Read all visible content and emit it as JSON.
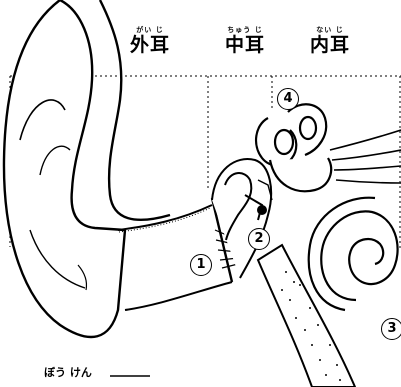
{
  "sections": {
    "outer": {
      "ruby": "がい じ",
      "label": "外耳"
    },
    "middle": {
      "ruby": "ちゅう じ",
      "label": "中耳"
    },
    "inner": {
      "ruby": "ない じ",
      "label": "内耳"
    }
  },
  "markers": [
    "1",
    "2",
    "3",
    "4"
  ],
  "caption": "ぼう けん"
}
